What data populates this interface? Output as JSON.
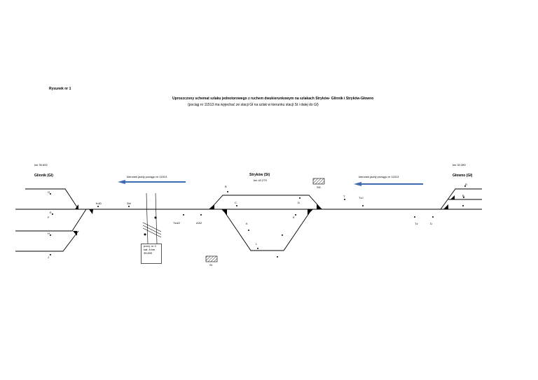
{
  "figure_label": "Rysunek nr 1",
  "title_line1": "Uproszczony schemat  szlaku jednotorowego z ruchem dwukierunkowym na szlakach Stryków- Glinnik i Stryków-Głowno",
  "title_line2": "(pociąg nr 11513 ma wyjechać ze stacji Gł na szlak w kierunku stacji St i dalej do Gl)",
  "stations": {
    "glinnik": {
      "name": "Glinnik (Gl)",
      "km": "km 30,692"
    },
    "strykow": {
      "name": "Stryków (St)",
      "km": "km 42,279"
    },
    "glowno": {
      "name": "Głowno (Gł)",
      "km": "km 32,380"
    }
  },
  "direction_left": "kierunek jazdy pociągu nr 11513",
  "direction_right": "kierunek jazdy pociągu nr 11513",
  "buildings": {
    "st1": "St1",
    "st": "St"
  },
  "crossing_box": [
    "przej. nr 3",
    "kat. A km",
    "35,600"
  ],
  "signals": {
    "gl_upper": "G",
    "gl_e": "E",
    "gl_f": "F",
    "gl_h": "H",
    "gl_j": "J",
    "gl_ko1": "KoD",
    "sbl_l": "Sbl",
    "sbl_t": "Tzd/2",
    "sbl_a": "A3/2",
    "st_b": "B",
    "st_c": "C",
    "st_d": "D",
    "st_e": "E",
    "st_k": "K",
    "st_l": "L",
    "gw_t": "T",
    "gw_tz": "TzJ",
    "gw_c": "Tz",
    "gw_d": "D",
    "gw_r": "R",
    "gw_b": "B"
  },
  "colors": {
    "arrow": "#3f6bb5",
    "track": "#000000"
  }
}
